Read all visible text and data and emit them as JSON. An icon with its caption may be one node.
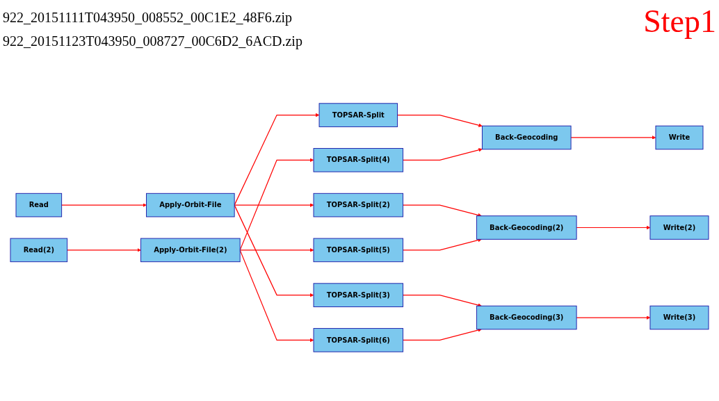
{
  "diagram": {
    "nodes": [
      {
        "text": [
          "Read"
        ]
      },
      {
        "text": [
          "Apply-Orbit-File"
        ]
      },
      {
        "text": [
          "TOPSAR-Split"
        ]
      },
      {
        "text": [
          "TOPSAR-Split(2)"
        ]
      },
      {
        "text": [
          "TOPSAR-Split(3)"
        ]
      },
      {
        "text": [
          "Back-Geocoding"
        ]
      },
      {
        "text": [
          "Write"
        ]
      },
      {
        "text": [
          "Back-Geocoding(2)"
        ]
      },
      {
        "text": [
          "Write(2)"
        ]
      },
      {
        "text": [
          "Back-Geocoding(3)"
        ]
      },
      {
        "text": [
          "Write(3)"
        ]
      },
      {
        "text": [
          "Read(2)"
        ]
      },
      {
        "text": [
          "Apply-Orbit-File(2)"
        ]
      },
      {
        "text": [
          "TOPSAR-Split(4)"
        ]
      },
      {
        "text": [
          "TOPSAR-Split(5)"
        ]
      },
      {
        "text": [
          "TOPSAR-Split(6)"
        ]
      }
    ],
    "edges": [
      {
        "from": 0,
        "to": 1,
        "arrow": "to"
      },
      {
        "from": 1,
        "to": 2,
        "arrow": "to"
      },
      {
        "from": 1,
        "to": 3,
        "arrow": "to"
      },
      {
        "from": 1,
        "to": 4,
        "arrow": "to"
      },
      {
        "from": 2,
        "to": 5,
        "arrow": "to"
      },
      {
        "from": 3,
        "to": 7,
        "arrow": "to"
      },
      {
        "from": 4,
        "to": 9,
        "arrow": "to"
      },
      {
        "from": 5,
        "to": 6,
        "arrow": "to"
      },
      {
        "from": 7,
        "to": 8,
        "arrow": "to"
      },
      {
        "from": 9,
        "to": 10,
        "arrow": "to"
      },
      {
        "from": 11,
        "to": 12,
        "arrow": "to"
      },
      {
        "from": 12,
        "to": 13,
        "arrow": "to"
      },
      {
        "from": 12,
        "to": 14,
        "arrow": "to"
      },
      {
        "from": 12,
        "to": 15,
        "arrow": "to"
      },
      {
        "from": 13,
        "to": 5,
        "arrow": "to"
      },
      {
        "from": 14,
        "to": 7,
        "arrow": "to"
      },
      {
        "from": 15,
        "to": 9,
        "arrow": "to"
      }
    ],
    "labels": [
      "Step1",
      "922_20151111T043950_008552_00C1E2_48F6.zip",
      "922_20151123T043950_008727_00C6D2_6ACD.zip"
    ]
  }
}
